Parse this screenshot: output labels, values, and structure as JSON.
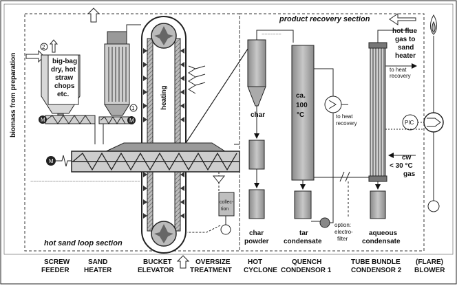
{
  "sections": {
    "product_recovery": "product recovery section",
    "hot_sand_loop": "hot sand loop section"
  },
  "side_label": "biomass from preparation",
  "hopper": {
    "marker": "2",
    "lines": [
      "big-bag",
      "dry, hot",
      "straw",
      "chops",
      "etc."
    ]
  },
  "heater_marker": "1",
  "elevator_label": "heating",
  "motor_label": "M",
  "collection": [
    "collec-",
    "tion"
  ],
  "char": "char",
  "quench_temp": [
    "ca.",
    "100",
    "°C"
  ],
  "to_heat_recovery_1": [
    "to heat",
    "recovery"
  ],
  "to_heat_recovery_2": [
    "to heat",
    "recovery"
  ],
  "hot_flue": [
    "hot flue",
    "gas to",
    "sand",
    "heater"
  ],
  "pic": "PIC",
  "cw": [
    "cw",
    "< 30 °C",
    "gas"
  ],
  "option": [
    "option:",
    "electro-",
    "filter"
  ],
  "outputs": {
    "char_powder": [
      "char",
      "powder"
    ],
    "tar_condensate": [
      "tar",
      "condensate"
    ],
    "aqueous_condensate": [
      "aqueous",
      "condensate"
    ]
  },
  "footer": [
    [
      "SCREW",
      "FEEDER"
    ],
    [
      "SAND",
      "HEATER"
    ],
    [
      "BUCKET",
      "ELEVATOR"
    ],
    [
      "OVERSIZE",
      "TREATMENT"
    ],
    [
      "HOT",
      "CYCLONE"
    ],
    [
      "QUENCH",
      "CONDENSOR 1"
    ],
    [
      "TUBE BUNDLE",
      "CONDENSOR 2"
    ],
    [
      "(FLARE)",
      "BLOWER"
    ]
  ]
}
